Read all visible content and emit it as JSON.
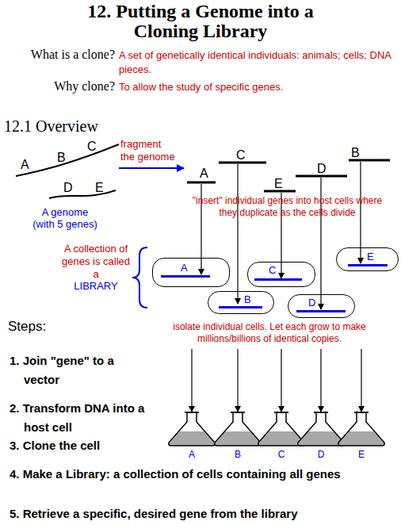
{
  "diagram": {
    "title": "12. Putting a Genome into a Cloning Library",
    "nodes": [
      {
        "text": [
          "A"
        ]
      },
      {
        "text": [
          "B"
        ]
      },
      {
        "text": [
          "C"
        ]
      },
      {
        "text": [
          "D"
        ]
      },
      {
        "text": [
          "E"
        ]
      },
      {
        "text": [
          "A"
        ]
      },
      {
        "text": [
          "B"
        ]
      },
      {
        "text": [
          "C"
        ]
      },
      {
        "text": [
          "D"
        ]
      },
      {
        "text": [
          "E"
        ]
      }
    ],
    "labels": [
      "What is a clone?",
      "A set of genetically identical individuals: animals; cells; DNA pieces.",
      "Why clone?",
      "To allow the study of specific genes.",
      "12.1 Overview",
      "A",
      "B",
      "C",
      "D",
      "E",
      "A genome (with 5 genes)",
      "fragment the genome",
      "A",
      "C",
      "E",
      "D",
      "B",
      "\"insert\" individual genes into host cells where they duplicate as the cells divide",
      "A collection of genes is called a",
      "LIBRARY",
      "isolate individual cells. Let each grow to make millions/billions of identical copies.",
      "Steps:",
      "1. Join \"gene\" to a vector",
      "2. Transform DNA into a host cell",
      "3. Clone the cell",
      "4. Make a Library: a collection of cells containing all genes",
      "5. Retrieve a specific, desired gene from the library"
    ]
  }
}
